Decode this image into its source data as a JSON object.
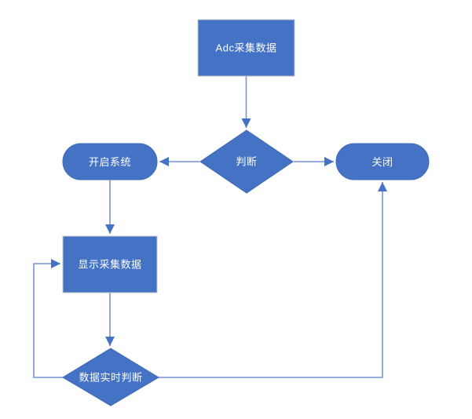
{
  "diagram": {
    "type": "flowchart",
    "nodes": [
      {
        "id": "adc-collect",
        "shape": "process",
        "label": "Adc采集数据"
      },
      {
        "id": "judge",
        "shape": "decision",
        "label": "判断"
      },
      {
        "id": "open-system",
        "shape": "terminator",
        "label": "开启系统"
      },
      {
        "id": "close",
        "shape": "terminator",
        "label": "关闭"
      },
      {
        "id": "display-data",
        "shape": "process",
        "label": "显示采集数据"
      },
      {
        "id": "realtime-judge",
        "shape": "decision",
        "label": "数据实时判断"
      }
    ],
    "edges": [
      {
        "from": "adc-collect",
        "to": "judge"
      },
      {
        "from": "judge",
        "to": "open-system"
      },
      {
        "from": "judge",
        "to": "close"
      },
      {
        "from": "open-system",
        "to": "display-data"
      },
      {
        "from": "display-data",
        "to": "realtime-judge"
      },
      {
        "from": "realtime-judge",
        "to": "display-data",
        "route": "left-loop"
      },
      {
        "from": "realtime-judge",
        "to": "close",
        "route": "right-up"
      }
    ],
    "colors": {
      "shape_fill": "#4472C4",
      "shape_stroke": "#3F69B5",
      "process_border": "#C2C6CC",
      "connector_line": "#7491D3",
      "arrowhead": "#4472C4",
      "label_text": "#FFFFFF",
      "background": "#FFFFFF"
    }
  }
}
